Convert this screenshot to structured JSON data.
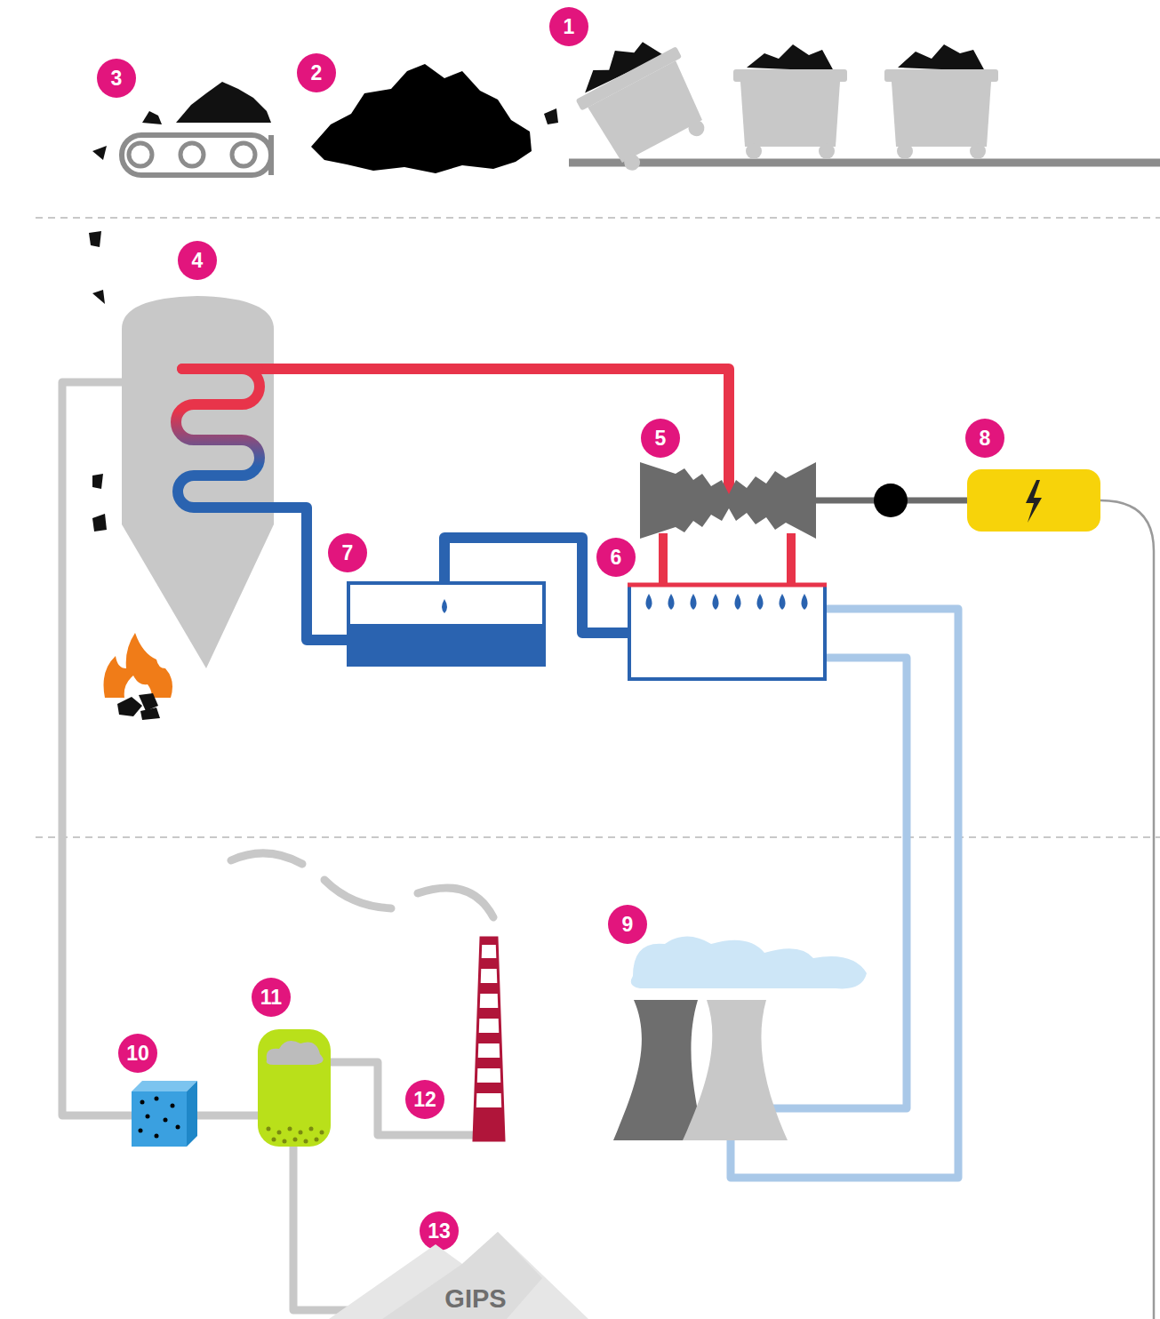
{
  "diagram": {
    "nodes": [
      {
        "text": [
          "GIPS"
        ]
      }
    ],
    "labels": [
      "1",
      "2",
      "3",
      "4",
      "5",
      "6",
      "7",
      "8",
      "9",
      "10",
      "11",
      "12",
      "13"
    ]
  }
}
